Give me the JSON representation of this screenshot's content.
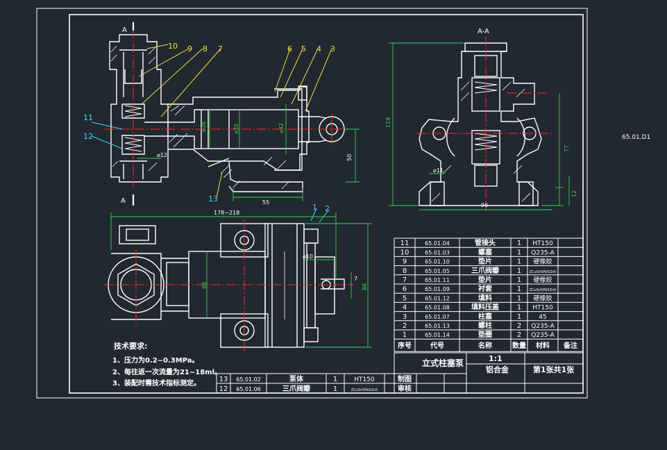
{
  "colors": {
    "background": "#212830",
    "line": "#ffffff",
    "red_centerline": "#ff2a2a",
    "green_dimension": "#39d353",
    "cyan_leader": "#49d6f5",
    "yellow_balloon": "#f0e040",
    "text": "#ffffff"
  },
  "drawing_code_outside": "65.01.D1",
  "views": {
    "section_marker_top": "A",
    "section_marker_bottom": "A",
    "section_view_title": "A-A"
  },
  "balloons": [
    "1",
    "2",
    "3",
    "4",
    "5",
    "6",
    "7",
    "8",
    "9",
    "10",
    "11",
    "12",
    "13"
  ],
  "dimensions": {
    "d12": "⌀12",
    "d35": "⌀35",
    "d38": "⌀38",
    "d42": "⌀42",
    "d50": "50",
    "d55": "55",
    "d119": "119",
    "d77": "77",
    "d12b": "12",
    "d96": "96",
    "d11": "⌀11",
    "d178": "178~218",
    "d10": "⌀10",
    "d7": "7",
    "d88": "88",
    "d86": "86"
  },
  "requirements": {
    "title": "技术要求:",
    "lines": [
      "1、压力为0.2~0.3MPa。",
      "2、每往返一次流量为21~18ml。",
      "3、装配时需技术指标测定。"
    ]
  },
  "parts_header": {
    "no": "序号",
    "code": "代号",
    "name": "名称",
    "qty": "数量",
    "material": "材料",
    "remark": "备注"
  },
  "parts_rows": [
    {
      "no": "11",
      "code": "65.01.04",
      "name": "管接头",
      "qty": "1",
      "material": "HT150"
    },
    {
      "no": "10",
      "code": "65.01.03",
      "name": "螺塞",
      "qty": "1",
      "material": "Q235-A"
    },
    {
      "no": "9",
      "code": "65.01.10",
      "name": "垫片",
      "qty": "1",
      "material": "硬橡胶"
    },
    {
      "no": "8",
      "code": "65.01.05",
      "name": "三爪阀瓣",
      "qty": "1",
      "material": "ZCuSn5Pb5Zn5"
    },
    {
      "no": "7",
      "code": "65.01.11",
      "name": "垫片",
      "qty": "1",
      "material": "硬橡胶"
    },
    {
      "no": "6",
      "code": "65.01.09",
      "name": "衬套",
      "qty": "1",
      "material": "ZCuSn5Pb5Zn5"
    },
    {
      "no": "5",
      "code": "65.01.12",
      "name": "填料",
      "qty": "1",
      "material": "硬橡胶"
    },
    {
      "no": "4",
      "code": "65.01.08",
      "name": "填料压盖",
      "qty": "1",
      "material": "HT150"
    },
    {
      "no": "3",
      "code": "65.01.07",
      "name": "柱塞",
      "qty": "1",
      "material": "45"
    },
    {
      "no": "2",
      "code": "65.01.13",
      "name": "螺柱",
      "qty": "2",
      "material": "Q235-A"
    },
    {
      "no": "1",
      "code": "65.01.14",
      "name": "垫圈",
      "qty": "2",
      "material": "Q235-A"
    }
  ],
  "parts_rows_lower": [
    {
      "no": "13",
      "code": "65.01.02",
      "name": "泵体",
      "qty": "1",
      "material": "HT150"
    },
    {
      "no": "12",
      "code": "65.01.06",
      "name": "三爪阀瓣",
      "qty": "1",
      "material": "ZCuSn5Pb5Zn5"
    }
  ],
  "title_block": {
    "title": "立式柱塞泵",
    "scale": "1:1",
    "material": "铝合金",
    "sheet": "第1张共1张",
    "drawn": "制图",
    "checked": "审核"
  }
}
